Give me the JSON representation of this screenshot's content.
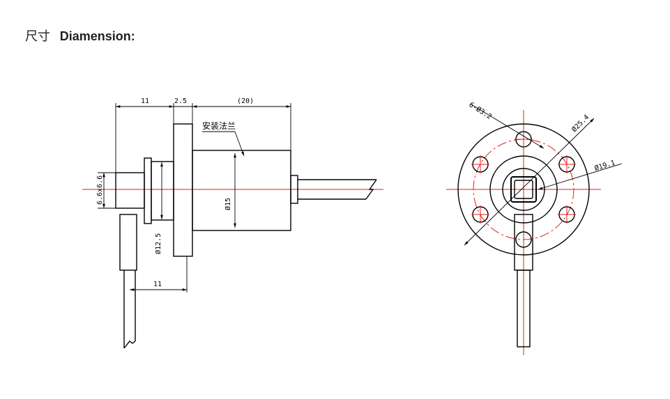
{
  "heading": {
    "cn": "尺寸",
    "en": "Diamension:"
  },
  "side_view": {
    "dim_11_top": "11",
    "dim_2_5": "2.5",
    "dim_20": "(20)",
    "flange_note": "安装法兰",
    "dim_6_6": "6.6x6.6",
    "dim_d15": "Ø15",
    "dim_d12_5": "Ø12.5",
    "dim_11_bottom": "11"
  },
  "front_view": {
    "dim_6_d3_2": "6-Ø3.2",
    "dim_d25_4": "Ø25.4",
    "dim_d19_1": "Ø19.1"
  }
}
